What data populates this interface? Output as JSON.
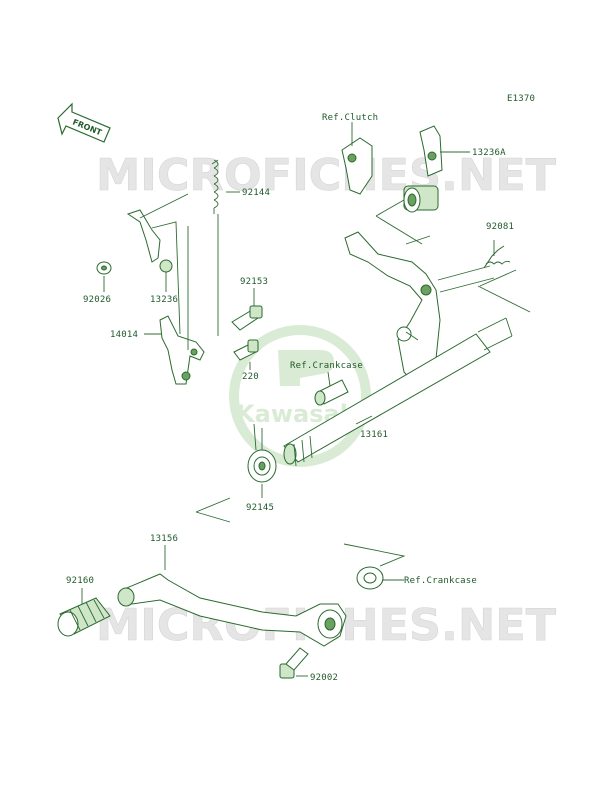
{
  "diagram": {
    "figure_code": "E1370",
    "front_arrow_text": "FRONT",
    "watermark_text": "MICROFICHES.NET",
    "logo_text": "Kawasaki",
    "colors": {
      "lines": "#2e6b33",
      "part_fill": "#cfe6c9",
      "watermark": "#e0e0e0",
      "logo": "#d9ebd5"
    },
    "labels": {
      "ref_clutch": "Ref.Clutch",
      "p13236A": "13236A",
      "p92144": "92144",
      "p92081": "92081",
      "p92026": "92026",
      "p13236": "13236",
      "p92153": "92153",
      "p14014": "14014",
      "ref_crankcase_1": "Ref.Crankcase",
      "p220": "220",
      "p13161": "13161",
      "p92145": "92145",
      "p13156": "13156",
      "p92160": "92160",
      "ref_crankcase_2": "Ref.Crankcase",
      "p92002": "92002"
    }
  }
}
